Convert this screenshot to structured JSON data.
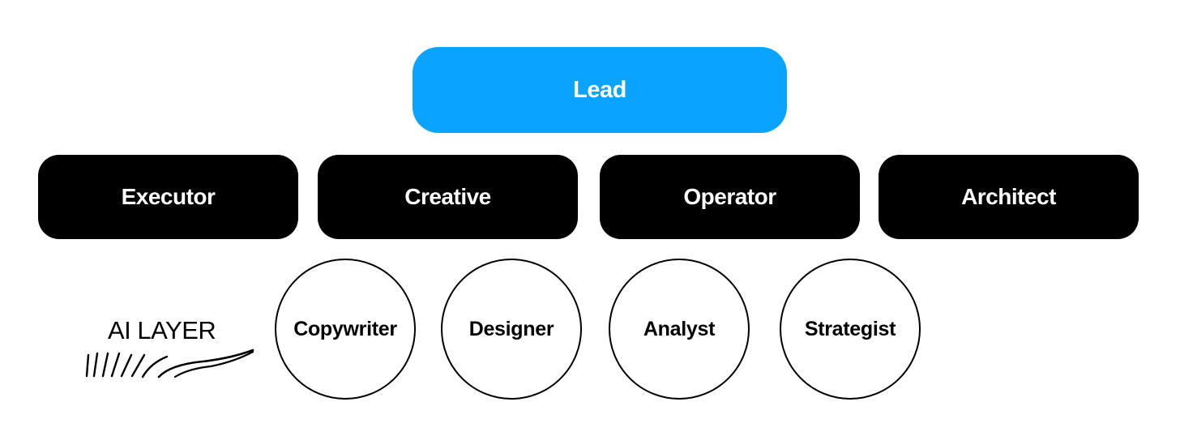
{
  "colors": {
    "lead": "#0aa3ff",
    "role": "#000000",
    "circle_border": "#000000"
  },
  "lead": {
    "label": "Lead"
  },
  "roles": [
    {
      "label": "Executor"
    },
    {
      "label": "Creative"
    },
    {
      "label": "Operator"
    },
    {
      "label": "Architect"
    }
  ],
  "ai_layer": {
    "label": "AI LAYER",
    "agents": [
      {
        "label": "Copywriter"
      },
      {
        "label": "Designer"
      },
      {
        "label": "Analyst"
      },
      {
        "label": "Strategist"
      }
    ]
  }
}
